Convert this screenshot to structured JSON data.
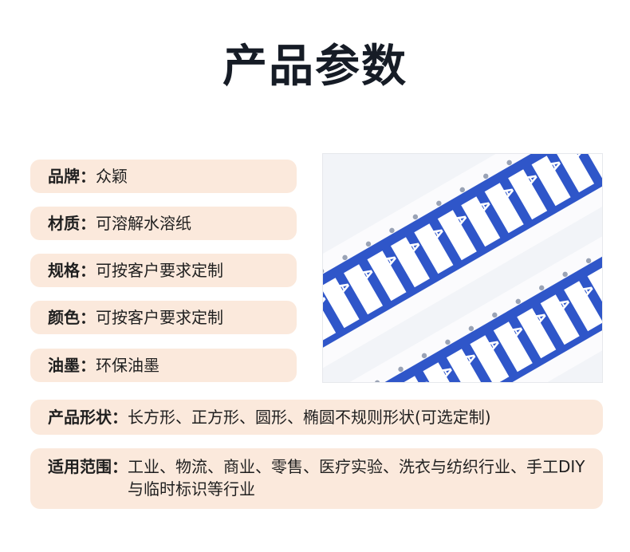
{
  "title": "产品参数",
  "params": [
    {
      "label": "品牌：",
      "value": "众颖"
    },
    {
      "label": "材质：",
      "value": "可溶解水溶纸"
    },
    {
      "label": "规格：",
      "value": "可按客户要求定制"
    },
    {
      "label": "颜色：",
      "value": "可按客户要求定制"
    },
    {
      "label": "油墨：",
      "value": "环保油墨"
    },
    {
      "label": "产品形状：",
      "value": "长方形、正方形、圆形、椭圆不规则形状(可选定制)"
    },
    {
      "label": "适用范围：",
      "value": "工业、物流、商业、零售、医疗实验、洗衣与纺织行业、手工DIY与临时标识等行业"
    }
  ],
  "photo": {
    "label_letter": "A",
    "strip_color": "#2f56c9"
  }
}
